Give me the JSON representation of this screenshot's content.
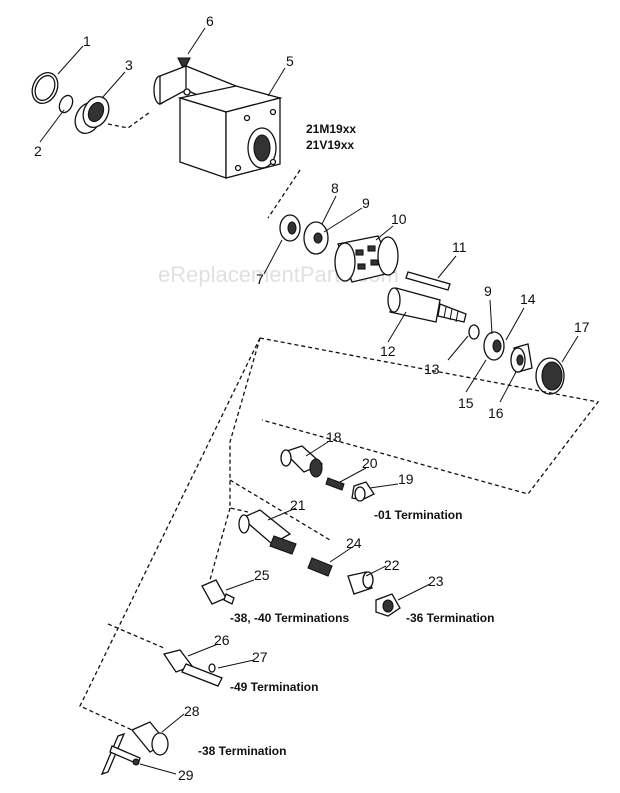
{
  "model_numbers": [
    "21M19xx",
    "21V19xx"
  ],
  "watermark": "eReplacementParts.com",
  "terminations": {
    "t01": "-01 Termination",
    "t38_40": "-38, -40 Terminations",
    "t36": "-36 Termination",
    "t49": "-49 Termination",
    "t38": "-38 Termination"
  },
  "callouts": {
    "c1": "1",
    "c2": "2",
    "c3": "3",
    "c5": "5",
    "c6": "6",
    "c7": "7",
    "c8": "8",
    "c9a": "9",
    "c10": "10",
    "c11": "11",
    "c12": "12",
    "c13": "13",
    "c9b": "9",
    "c14": "14",
    "c15": "15",
    "c16": "16",
    "c17": "17",
    "c18": "18",
    "c19": "19",
    "c20": "20",
    "c21": "21",
    "c22": "22",
    "c23": "23",
    "c24": "24",
    "c25": "25",
    "c26": "26",
    "c27": "27",
    "c28": "28",
    "c29": "29"
  }
}
